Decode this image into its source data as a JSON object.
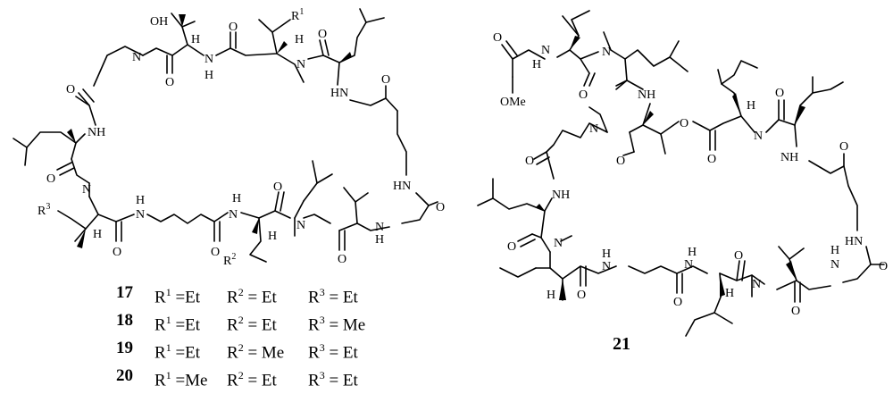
{
  "compounds_17_20": [
    {
      "id": "17",
      "r1": "R",
      "r1_sup": "1",
      "r1_val": " =Et",
      "r2": "R",
      "r2_sup": "2",
      "r2_val": " = Et",
      "r3": "R",
      "r3_sup": "3",
      "r3_val": " = Et"
    },
    {
      "id": "18",
      "r1": "R",
      "r1_sup": "1",
      "r1_val": " =Et",
      "r2": "R",
      "r2_sup": "2",
      "r2_val": " = Et",
      "r3": "R",
      "r3_sup": "3",
      "r3_val": " = Me"
    },
    {
      "id": "19",
      "r1": "R",
      "r1_sup": "1",
      "r1_val": " =Et",
      "r2": "R",
      "r2_sup": "2",
      "r2_val": " = Me",
      "r3": "R",
      "r3_sup": "3",
      "r3_val": " = Et"
    },
    {
      "id": "20",
      "r1": "R",
      "r1_sup": "1",
      "r1_val": " =Me",
      "r2": "R",
      "r2_sup": "2",
      "r2_val": " = Et",
      "r3": "R",
      "r3_sup": "3",
      "r3_val": " = Et"
    }
  ],
  "compound_21_label": "21",
  "atom_labels": {
    "OH": "OH",
    "H": "H",
    "N": "N",
    "NH": "NH",
    "HN": "HN",
    "O": "O",
    "OMe": "OMe",
    "R1": "R",
    "R1_sup": "1",
    "R2": "R",
    "R2_sup": "2",
    "R3": "R",
    "R3_sup": "3"
  }
}
